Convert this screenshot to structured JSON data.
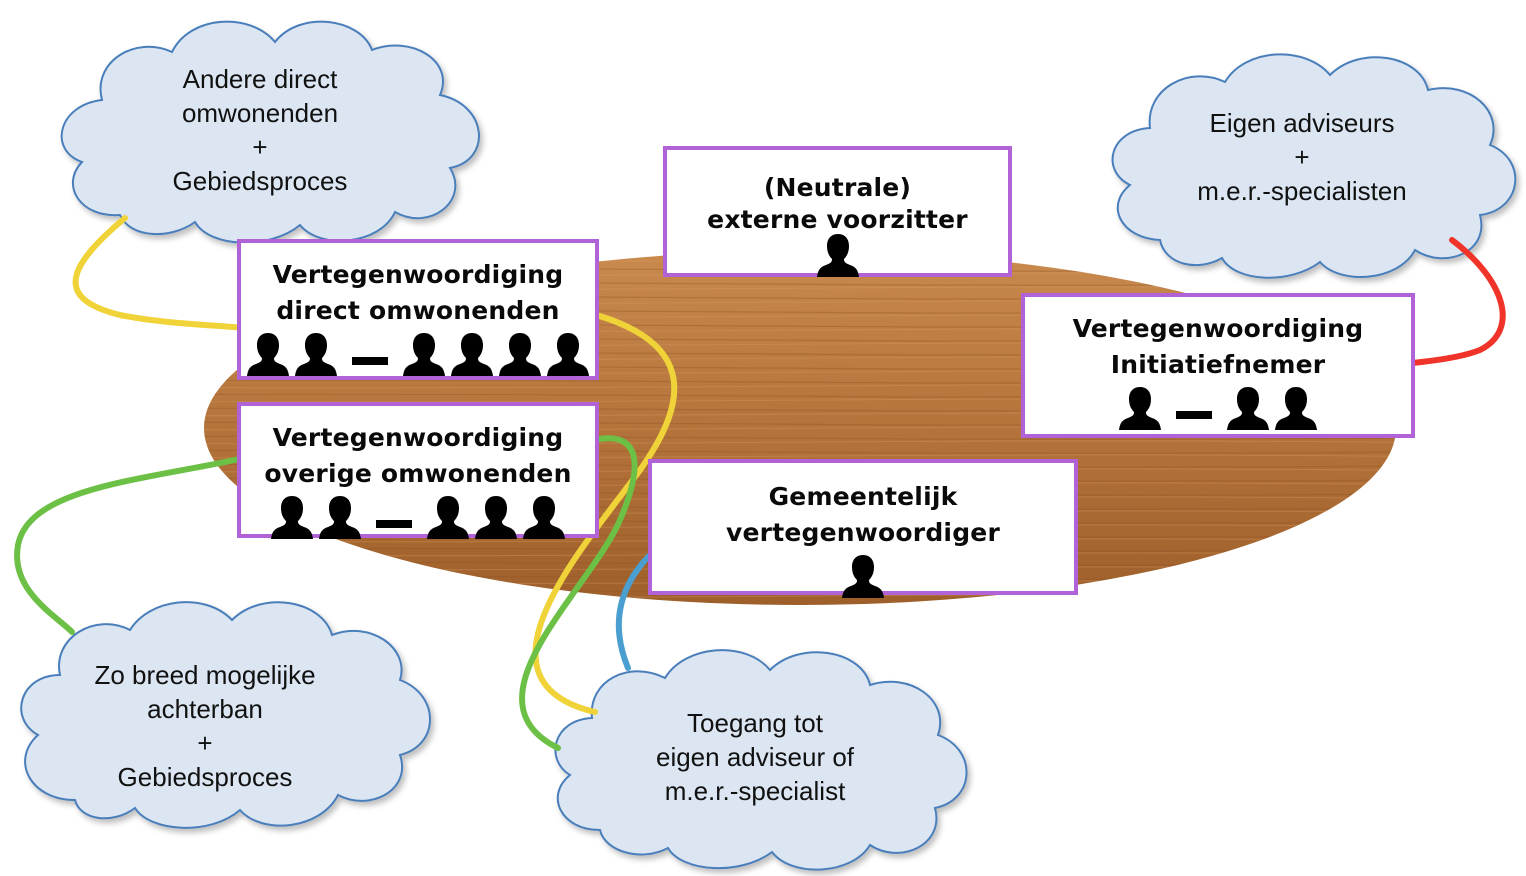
{
  "clouds": {
    "top_left": {
      "lines": [
        "Andere direct",
        "omwonenden",
        "+",
        "Gebiedsproces"
      ]
    },
    "top_right": {
      "lines": [
        "Eigen adviseurs",
        "+",
        "m.e.r.-specialisten"
      ]
    },
    "bottom_left": {
      "lines": [
        "Zo breed mogelijke",
        "achterban",
        "+",
        "Gebiedsproces"
      ]
    },
    "bottom_center": {
      "lines": [
        "Toegang tot",
        "eigen adviseur of",
        "m.e.r.-specialist"
      ]
    }
  },
  "boxes": {
    "chair": {
      "line1": "(Neutrale)",
      "line2": "externe voorzitter",
      "people_before": 1,
      "people_after": 0
    },
    "direct": {
      "line1": "Vertegenwoordiging",
      "line2": "direct omwonenden",
      "people_before": 2,
      "people_after": 4
    },
    "other": {
      "line1": "Vertegenwoordiging",
      "line2": "overige omwonenden",
      "people_before": 2,
      "people_after": 3
    },
    "initiator": {
      "line1": "Vertegenwoordiging",
      "line2": "Initiatiefnemer",
      "people_before": 1,
      "people_after": 2
    },
    "municipal": {
      "line1": "Gemeentelijk",
      "line2": "vertegenwoordiger",
      "people_before": 1,
      "people_after": 0
    }
  },
  "colors": {
    "box_border": "#b062d6",
    "table_wood": "#b9793f",
    "cloud_fill": "#dce6f2",
    "cloud_stroke": "#4a7ebb",
    "line_yellow": "#f0d338",
    "line_green": "#6cc045",
    "line_red": "#f0342a",
    "line_blue": "#4a9fd0"
  }
}
